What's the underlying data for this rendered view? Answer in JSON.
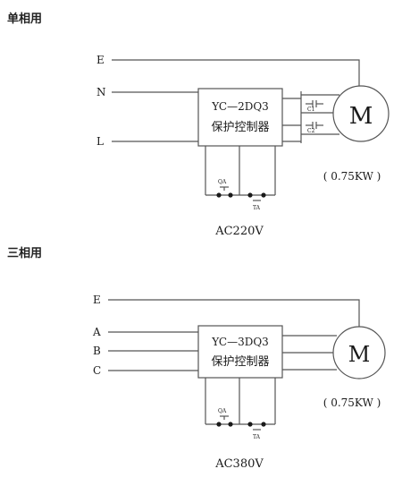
{
  "single_phase": {
    "title": "单相用",
    "terminals": [
      "E",
      "N",
      "L"
    ],
    "controller_model": "YC—2DQ3",
    "controller_name": "保护控制器",
    "capacitor_labels": [
      "C1",
      "C2"
    ],
    "motor_label": "M",
    "power_rating": "( 0.75KW )",
    "switch_labels": [
      "QA",
      "TA"
    ],
    "supply_voltage": "AC220V"
  },
  "three_phase": {
    "title": "三相用",
    "terminals": [
      "E",
      "A",
      "B",
      "C"
    ],
    "controller_model": "YC—3DQ3",
    "controller_name": "保护控制器",
    "motor_label": "M",
    "power_rating": "( 0.75KW )",
    "switch_labels": [
      "QA",
      "TA"
    ],
    "supply_voltage": "AC380V"
  }
}
